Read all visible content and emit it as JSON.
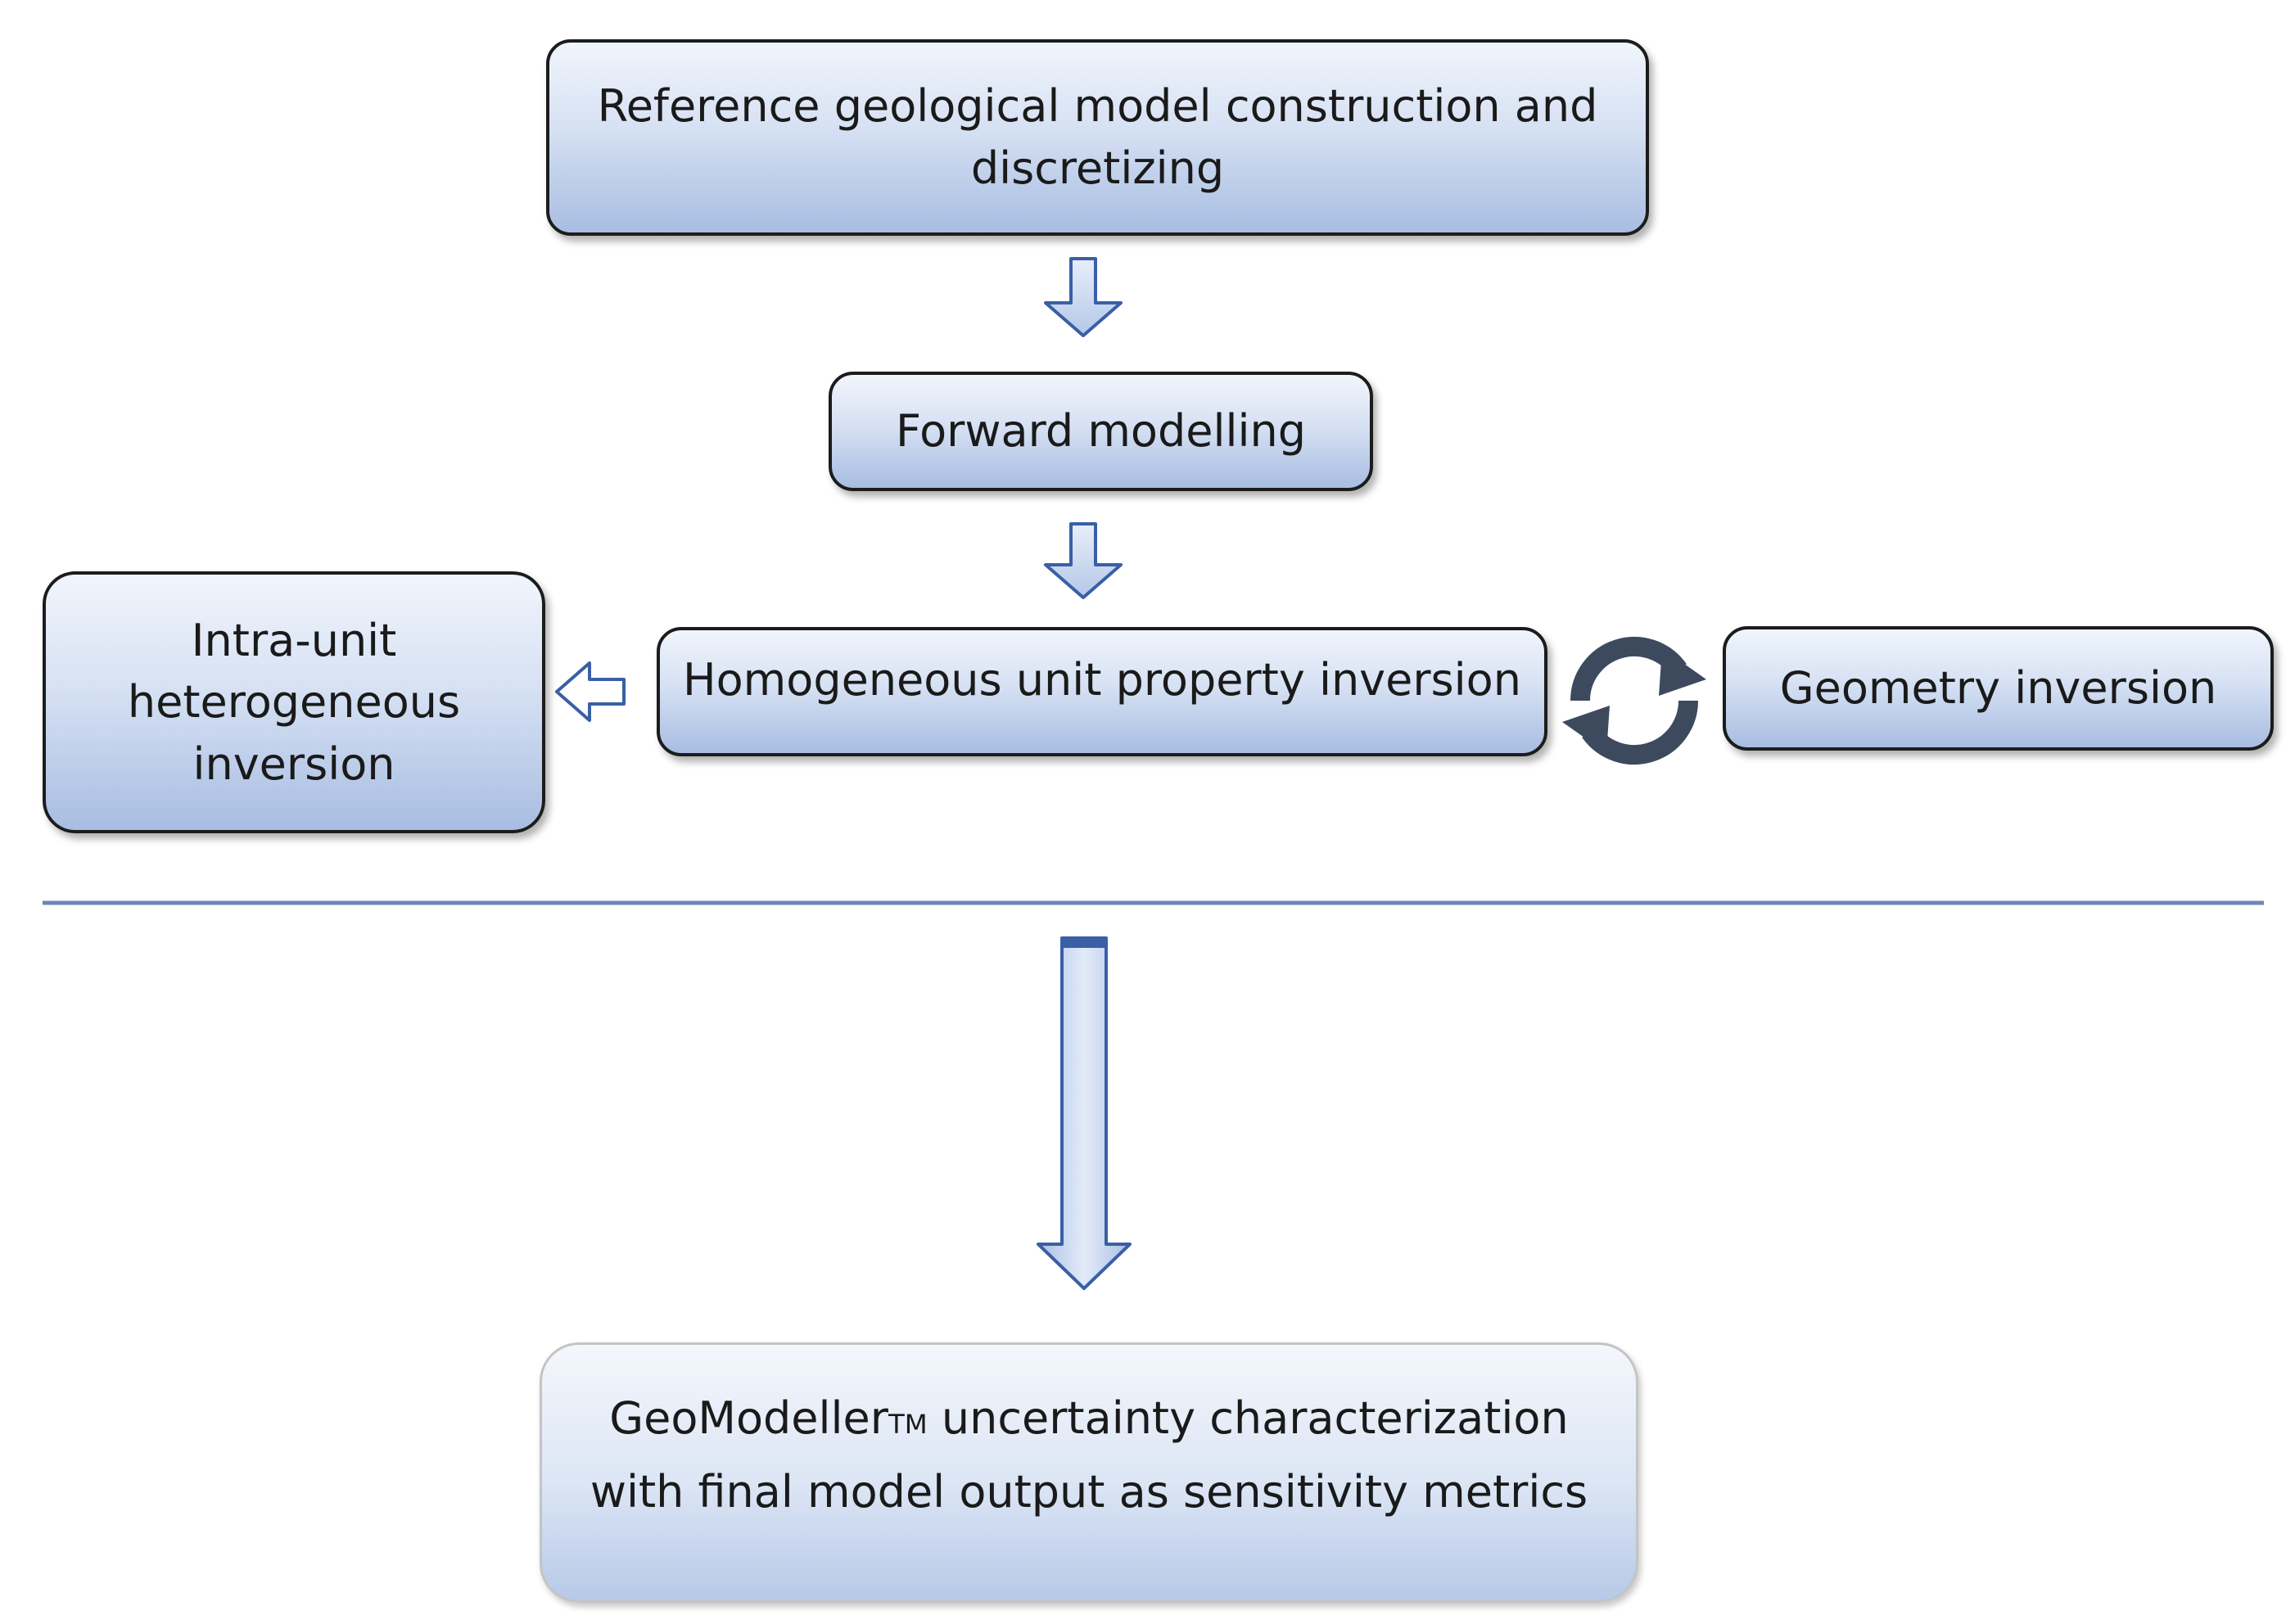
{
  "boxes": {
    "reference": {
      "line1": "Reference geological model construction and",
      "line2": "discretizing"
    },
    "forward": {
      "label": "Forward modelling"
    },
    "intra_unit": {
      "line1": "Intra-unit",
      "line2": "heterogeneous",
      "line3": "inversion"
    },
    "homogeneous": {
      "label": "Homogeneous unit property inversion"
    },
    "geometry": {
      "label": "Geometry inversion"
    },
    "final": {
      "line1_before": "GeoModeller",
      "line1_sup": "TM",
      "line1_after": " uncertainty characterization",
      "line2": "with final model output as sensitivity metrics"
    }
  },
  "colors": {
    "arrow_fill": "#c7d6f0",
    "arrow_stroke": "#3a5fa6",
    "divider": "#6a86ba",
    "cycle_icon": "#3d4a5e"
  },
  "icons": {
    "cycle": "refresh-cycle-icon"
  }
}
